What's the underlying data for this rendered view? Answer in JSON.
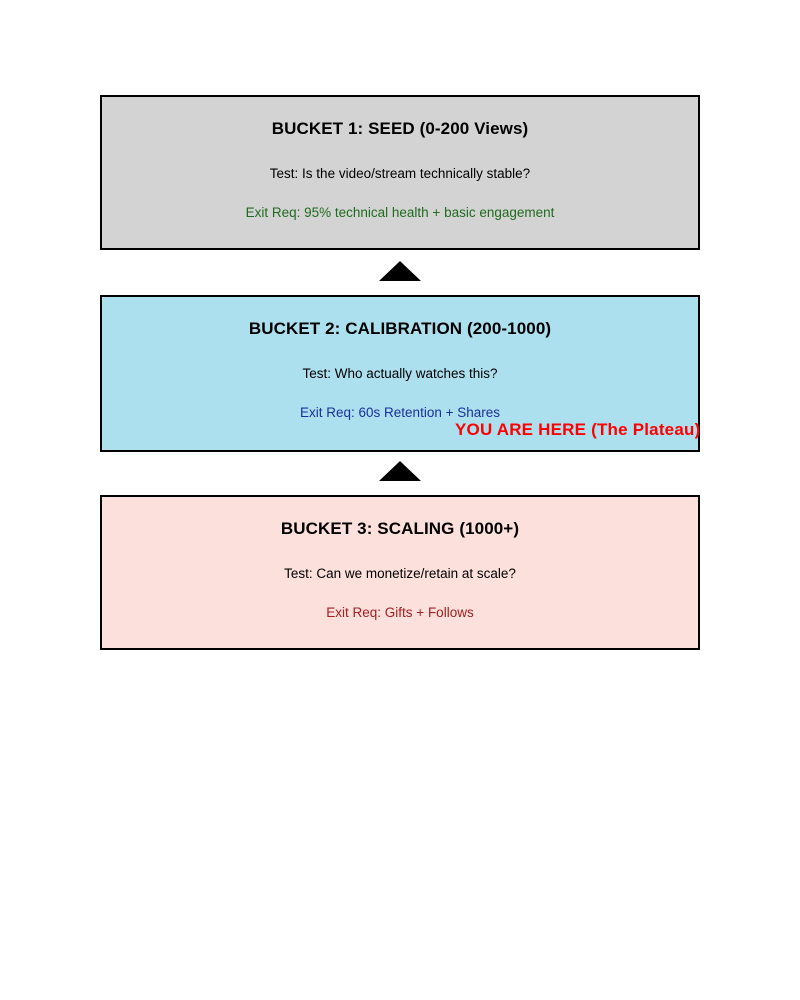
{
  "diagram": {
    "buckets": [
      {
        "id": "seed",
        "title": "BUCKET 1: SEED (0-200 Views)",
        "test": "Test: Is the video/stream technically stable?",
        "exit_req": "Exit Req: 95% technical health + basic engagement",
        "fill_color": "#d3d3d3",
        "exit_color": "#1f6b1f"
      },
      {
        "id": "calibration",
        "title": "BUCKET 2: CALIBRATION (200-1000)",
        "test": "Test: Who actually watches this?",
        "exit_req": "Exit Req: 60s Retention + Shares",
        "fill_color": "#ade0ee",
        "exit_color": "#1a2f9e"
      },
      {
        "id": "scaling",
        "title": "BUCKET 3: SCALING (1000+)",
        "test": "Test: Can we monetize/retain at scale?",
        "exit_req": "Exit Req: Gifts + Follows",
        "fill_color": "#fce0dc",
        "exit_color": "#a42020"
      }
    ],
    "callout": {
      "text": "YOU ARE HERE (The Plateau)",
      "color": "#ff0000",
      "attached_to": "calibration"
    },
    "arrows": [
      {
        "id": "arrow-seed-to-calibration",
        "shape": "up-triangle",
        "color": "#000000"
      },
      {
        "id": "arrow-calibration-to-scaling",
        "shape": "up-triangle",
        "color": "#000000"
      }
    ]
  }
}
